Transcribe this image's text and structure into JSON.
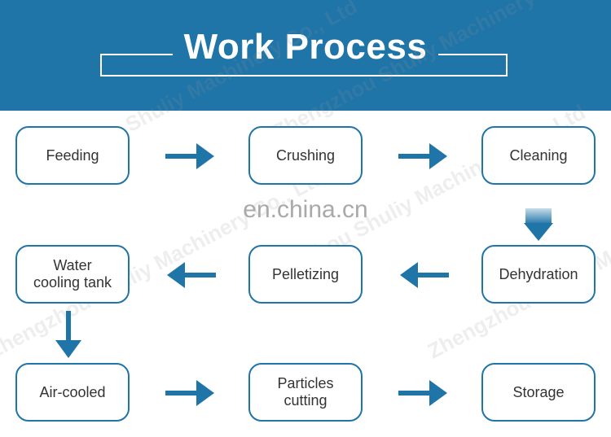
{
  "header": {
    "title": "Work Process",
    "background": "#1f74a8"
  },
  "watermark": {
    "text": "Zhengzhou Shuliy Machinery Co., Ltd",
    "site": "en.china.cn"
  },
  "steps": [
    {
      "id": "feeding",
      "label": "Feeding"
    },
    {
      "id": "crushing",
      "label": "Crushing"
    },
    {
      "id": "cleaning",
      "label": "Cleaning"
    },
    {
      "id": "dehydration",
      "label": "Dehydration"
    },
    {
      "id": "pelletizing",
      "label": "Pelletizing"
    },
    {
      "id": "water-cooling",
      "label": "Water\ncooling tank"
    },
    {
      "id": "air-cooled",
      "label": "Air-cooled"
    },
    {
      "id": "particles-cutting",
      "label": "Particles\ncutting"
    },
    {
      "id": "storage",
      "label": "Storage"
    }
  ],
  "flow": [
    {
      "from": "feeding",
      "to": "crushing",
      "direction": "right"
    },
    {
      "from": "crushing",
      "to": "cleaning",
      "direction": "right"
    },
    {
      "from": "cleaning",
      "to": "dehydration",
      "direction": "down"
    },
    {
      "from": "dehydration",
      "to": "pelletizing",
      "direction": "left"
    },
    {
      "from": "pelletizing",
      "to": "water-cooling",
      "direction": "left"
    },
    {
      "from": "water-cooling",
      "to": "air-cooled",
      "direction": "down"
    },
    {
      "from": "air-cooled",
      "to": "particles-cutting",
      "direction": "right"
    },
    {
      "from": "particles-cutting",
      "to": "storage",
      "direction": "right"
    }
  ],
  "colors": {
    "accent": "#1f74a8",
    "box_border": "#1f74a8",
    "text": "#333333"
  }
}
